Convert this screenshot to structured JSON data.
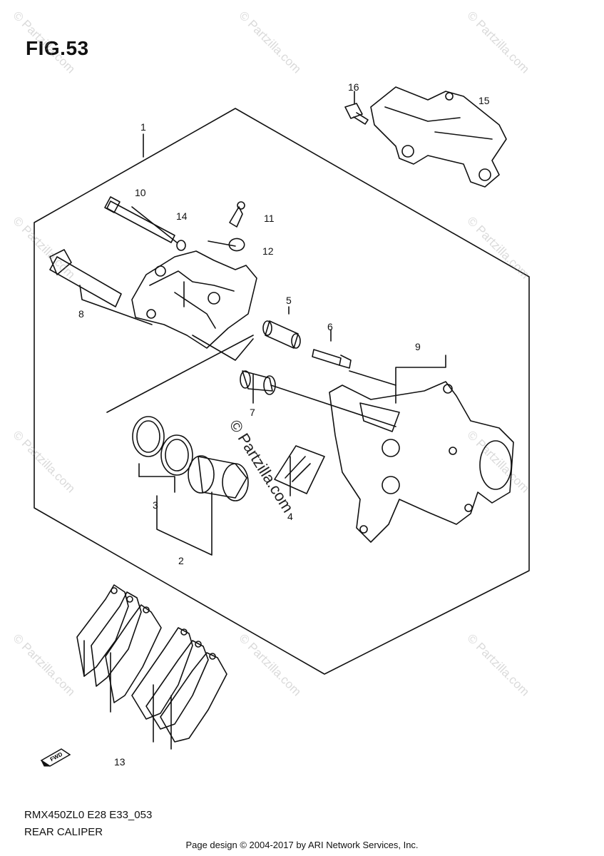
{
  "figure": {
    "title": "FIG.53"
  },
  "callouts": [
    "1",
    "2",
    "3",
    "4",
    "5",
    "6",
    "7",
    "8",
    "9",
    "10",
    "11",
    "12",
    "13",
    "14",
    "15",
    "16"
  ],
  "fwd_label": "FWD",
  "watermark": {
    "text": "© Partzilla.com"
  },
  "footer": {
    "model_code": "RMX450ZL0 E28 E33_053",
    "caption": "REAR CALIPER",
    "page_design": "Page design © 2004-2017 by ARI Network Services, Inc."
  }
}
